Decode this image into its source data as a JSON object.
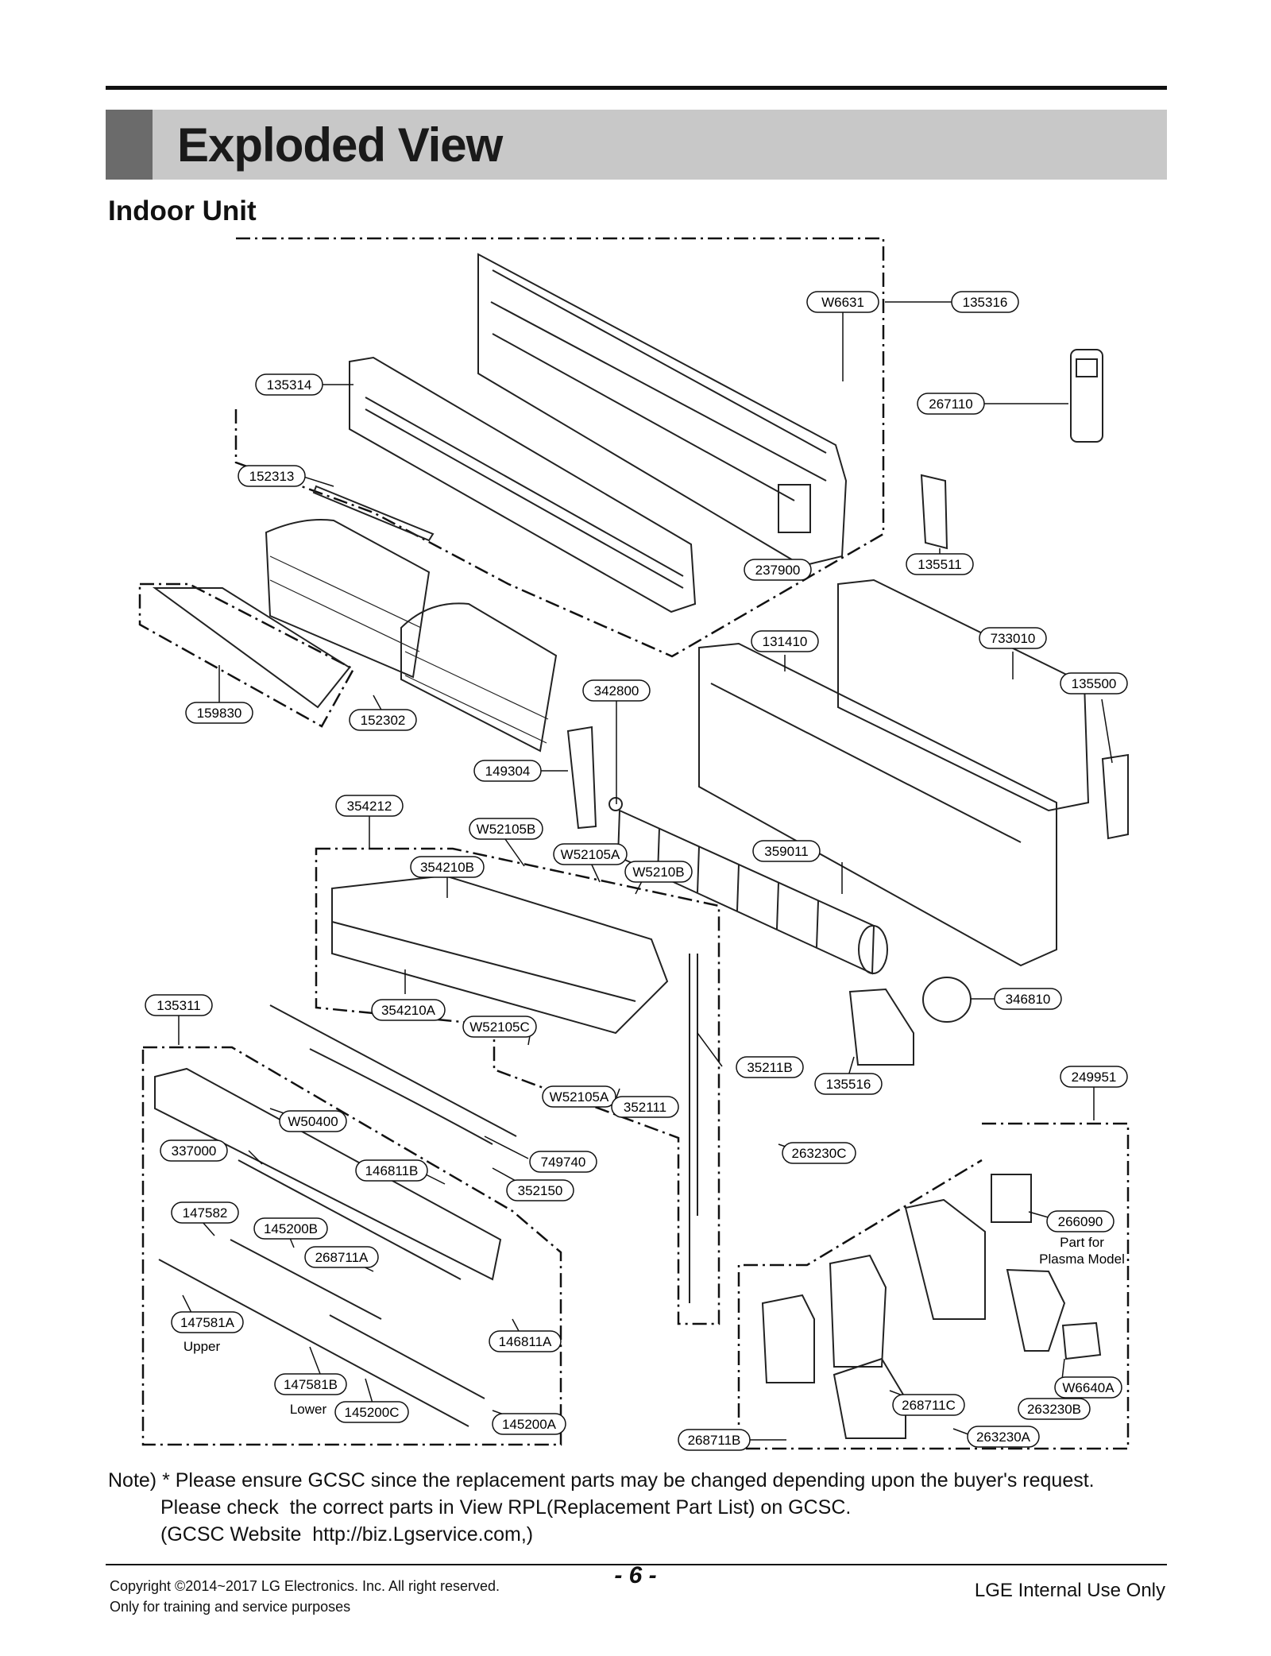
{
  "header": {
    "title": "Exploded View",
    "subtitle": "Indoor Unit"
  },
  "callouts": [
    {
      "id": "c1",
      "text": "W6631"
    },
    {
      "id": "c2",
      "text": "135316"
    },
    {
      "id": "c3",
      "text": "135314"
    },
    {
      "id": "c4",
      "text": "267110"
    },
    {
      "id": "c5",
      "text": "152313"
    },
    {
      "id": "c6",
      "text": "135511"
    },
    {
      "id": "c7",
      "text": "237900"
    },
    {
      "id": "c8",
      "text": "131410"
    },
    {
      "id": "c9",
      "text": "733010"
    },
    {
      "id": "c10",
      "text": "135500"
    },
    {
      "id": "c11",
      "text": "342800"
    },
    {
      "id": "c12",
      "text": "159830"
    },
    {
      "id": "c13",
      "text": "152302"
    },
    {
      "id": "c14",
      "text": "149304"
    },
    {
      "id": "c15",
      "text": "354212"
    },
    {
      "id": "c16",
      "text": "W52105B"
    },
    {
      "id": "c17",
      "text": "W52105A"
    },
    {
      "id": "c18",
      "text": "354210B"
    },
    {
      "id": "c19",
      "text": "W5210B"
    },
    {
      "id": "c20",
      "text": "359011"
    },
    {
      "id": "c21",
      "text": "346810"
    },
    {
      "id": "c22",
      "text": "135311"
    },
    {
      "id": "c23",
      "text": "354210A"
    },
    {
      "id": "c24",
      "text": "W52105C"
    },
    {
      "id": "c25",
      "text": "35211B"
    },
    {
      "id": "c26",
      "text": "135516"
    },
    {
      "id": "c27",
      "text": "249951"
    },
    {
      "id": "c28",
      "text": "W52105A"
    },
    {
      "id": "c29",
      "text": "352111"
    },
    {
      "id": "c30",
      "text": "W50400"
    },
    {
      "id": "c31",
      "text": "337000"
    },
    {
      "id": "c32",
      "text": "749740"
    },
    {
      "id": "c33",
      "text": "263230C"
    },
    {
      "id": "c34",
      "text": "146811B"
    },
    {
      "id": "c35",
      "text": "352150"
    },
    {
      "id": "c36",
      "text": "147582"
    },
    {
      "id": "c37",
      "text": "145200B"
    },
    {
      "id": "c38",
      "text": "266090"
    },
    {
      "id": "c39",
      "text": "268711A"
    },
    {
      "id": "c40",
      "text": "147581A"
    },
    {
      "id": "c41",
      "text": "146811A"
    },
    {
      "id": "c42",
      "text": "147581B"
    },
    {
      "id": "c43",
      "text": "W6640A"
    },
    {
      "id": "c44",
      "text": "268711C"
    },
    {
      "id": "c45",
      "text": "263230B"
    },
    {
      "id": "c46",
      "text": "145200C"
    },
    {
      "id": "c47",
      "text": "145200A"
    },
    {
      "id": "c48",
      "text": "263230A"
    },
    {
      "id": "c49",
      "text": "268711B"
    }
  ],
  "labels": {
    "upper": "Upper",
    "lower": "Lower",
    "plasma_line1": "Part for",
    "plasma_line2": "Plasma Model"
  },
  "note": {
    "line1": "Note) * Please ensure GCSC since the replacement parts may be changed depending upon the buyer's request.",
    "line2": "Please check  the correct parts in View RPL(Replacement Part List) on GCSC.",
    "line3": "(GCSC Website  http://biz.Lgservice.com,)"
  },
  "footer": {
    "copyright": "Copyright ©2014~2017 LG Electronics. Inc. All right reserved.",
    "training": "Only for training and service purposes",
    "page": "- 6 -",
    "internal": "LGE Internal Use Only"
  }
}
